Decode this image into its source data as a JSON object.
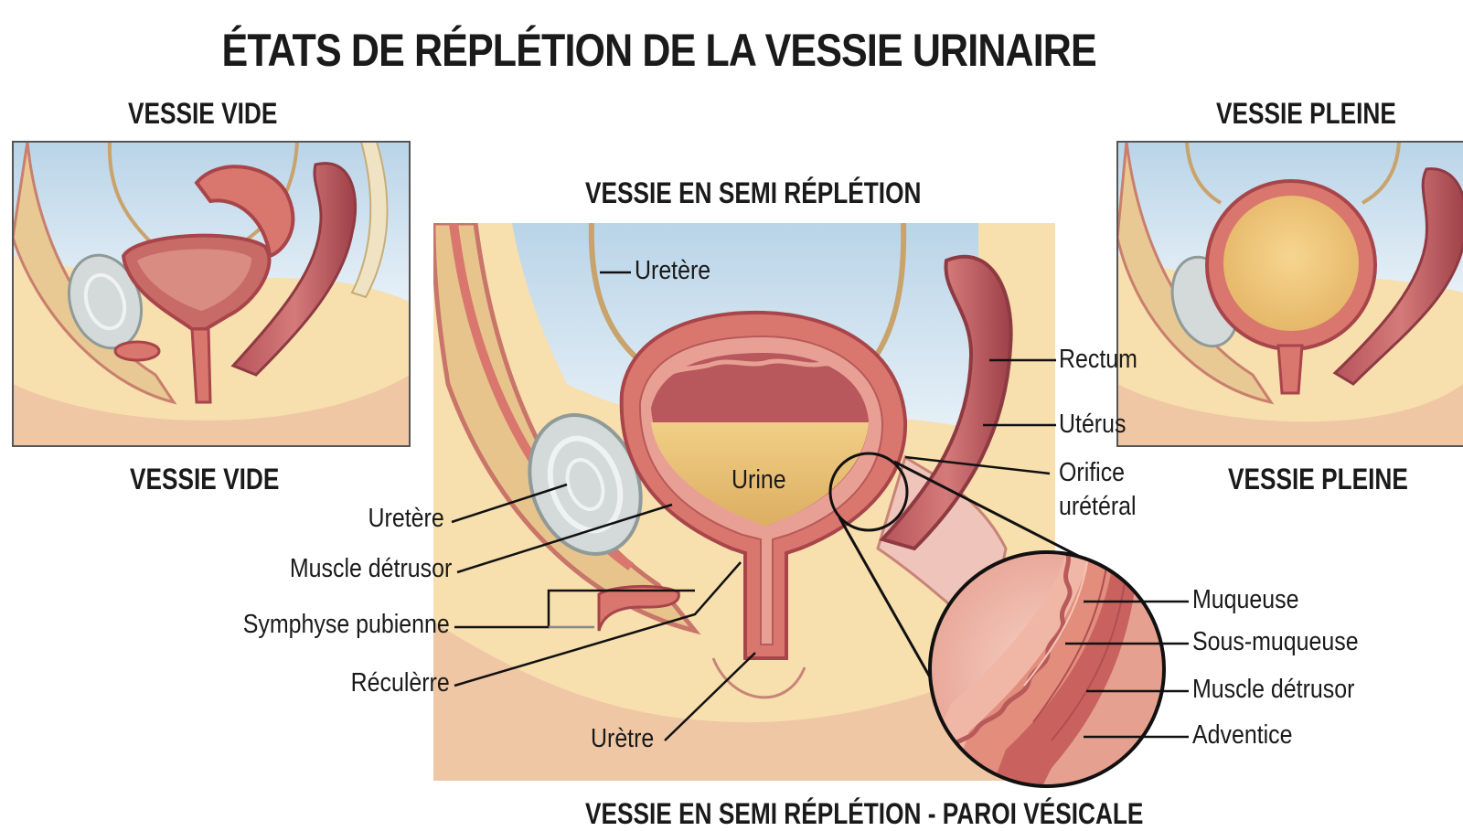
{
  "title": "ÉTATS DE RÉPLÉTION DE LA VESSIE URINAIRE",
  "panels": {
    "left_top": "VESSIE VIDE",
    "left_bottom": "VESSIE VIDE",
    "center": "VESSIE EN SEMI RÉPLÉTION",
    "right_top": "VESSIE PLEINE",
    "right_bottom": "VESSIE PLEINE",
    "bottom_cut": "VESSIE EN SEMI RÉPLÉTION - PAROI VÉSICALE"
  },
  "labels": {
    "uretere_top": "Uretère",
    "urine": "Urine",
    "rectum": "Rectum",
    "uterus": "Utérus",
    "orifice_line1": "Orifice",
    "orifice_line2": "urétéral",
    "uretere_left": "Uretère",
    "muscle_detrusor_left": "Muscle détrusor",
    "symphyse": "Symphyse pubienne",
    "reculerre": "Réculèrre",
    "uretre": "Urètre"
  },
  "wall_layers": [
    "Muqueuse",
    "Sous-muqueuse",
    "Muscle détrusor",
    "Adventice"
  ],
  "colors": {
    "skin": "#f7dfae",
    "flesh": "#d9776e",
    "flesh_dark": "#a8454a",
    "urine": "#edc274",
    "fluid": "#c9dfee",
    "bone": "#d3dad9",
    "line": "#111111"
  }
}
